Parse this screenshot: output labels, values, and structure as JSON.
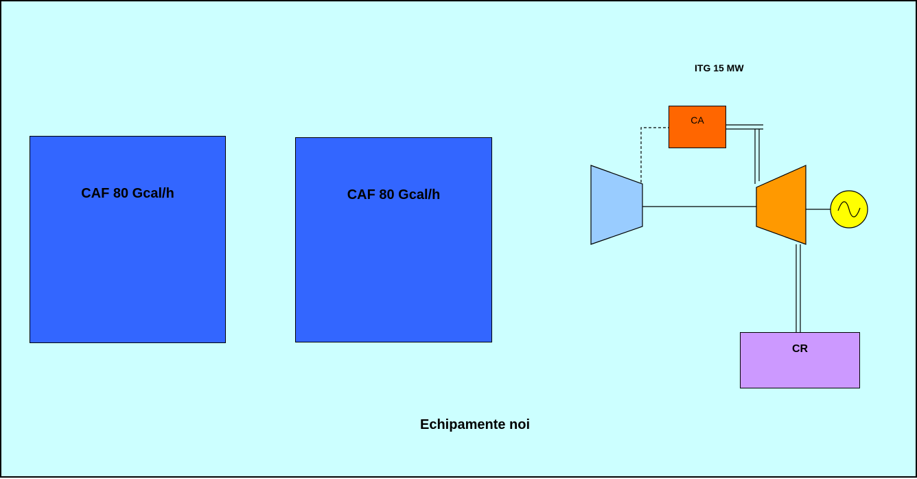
{
  "diagram": {
    "title": "ITG 15 MW",
    "footer": "Echipamente noi",
    "boilers": [
      {
        "label": "CAF 80 Gcal/h"
      },
      {
        "label": "CAF 80 Gcal/h"
      }
    ],
    "combustion_chamber": {
      "label": "CA"
    },
    "recovery_boiler": {
      "label": "CR"
    }
  },
  "colors": {
    "background": "#ccffff",
    "boiler": "#3366ff",
    "combustion_chamber": "#ff6600",
    "recovery_boiler": "#cc99ff",
    "compressor": "#99ccff",
    "turbine": "#ff9900",
    "generator": "#ffff00"
  },
  "icons": {
    "compressor": "compressor-icon",
    "turbine": "turbine-icon",
    "generator": "generator-icon"
  }
}
